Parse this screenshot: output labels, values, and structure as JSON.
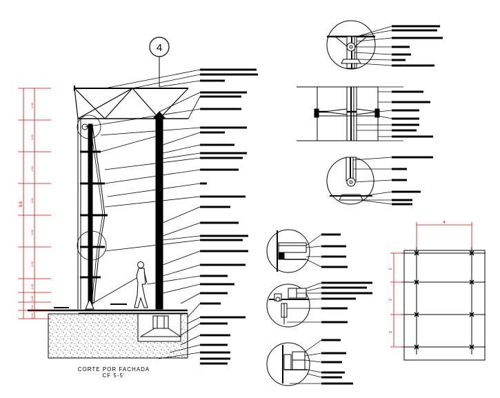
{
  "grid_bubble": "4",
  "caption": {
    "title": "CORTE POR FACHADA",
    "subtitle": "CF 5-5'"
  },
  "colors": {
    "line": "#000000",
    "dimension": "#e00000",
    "background": "#ffffff"
  },
  "elevation_dimensions": {
    "total_label": "8.6",
    "segment_labels": [
      "1.00",
      "1.00",
      "1.00",
      "1.00",
      "1.00",
      "1.00",
      "1.00",
      "1.00",
      "0.60",
      "0.30"
    ]
  },
  "plan_dimensions": {
    "top_label": "4",
    "side_labels": [
      "2",
      "2",
      "2"
    ]
  }
}
